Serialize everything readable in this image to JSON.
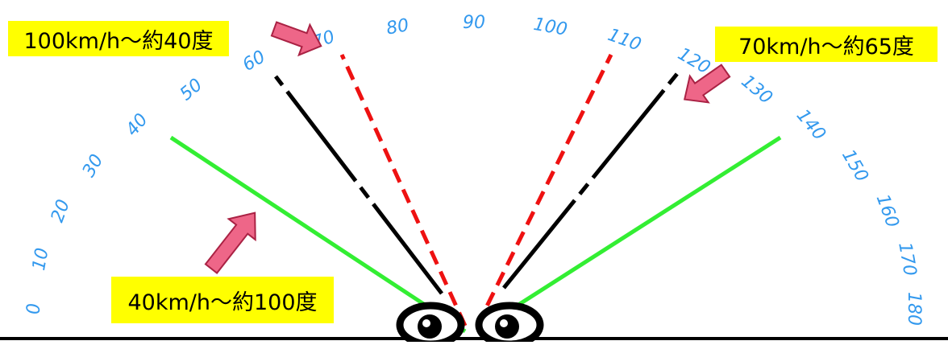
{
  "scale": {
    "ticks": [
      "0",
      "10",
      "20",
      "30",
      "40",
      "50",
      "60",
      "70",
      "80",
      "90",
      "100",
      "110",
      "120",
      "130",
      "140",
      "150",
      "160",
      "170",
      "180"
    ],
    "tick_color": "#3399ee"
  },
  "labels": {
    "speed_100": "100km/h〜約40度",
    "speed_70": "70km/h〜約65度",
    "speed_40": "40km/h〜約100度"
  },
  "colors": {
    "label_bg": "#ffff00",
    "line_40": "#33ee33",
    "line_70": "#000000",
    "line_100": "#ee1111",
    "arrow_fill": "#ee6688",
    "arrow_stroke": "#aa2244"
  },
  "eyes": [
    "left-eye-icon",
    "right-eye-icon"
  ]
}
